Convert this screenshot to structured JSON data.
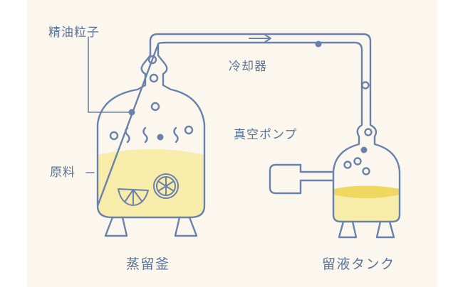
{
  "labels": {
    "essential_oil_particles": "精油粒子",
    "cooler": "冷却器",
    "raw_material": "原料",
    "vacuum_pump": "真空ポンプ",
    "distillation_pot": "蒸留釜",
    "distillate_tank": "留液タンク"
  },
  "colors": {
    "background": "#fbf7ee",
    "line": "#6a82ab",
    "raw_material": "#f7ecaa",
    "distillate_surface": "#eed860"
  },
  "icons": [
    "lemon-slice-icon",
    "lemon-wedge-icon",
    "steam-wave-icon",
    "particle-dot-icon",
    "bubble-icon",
    "flow-arrow-icon"
  ]
}
